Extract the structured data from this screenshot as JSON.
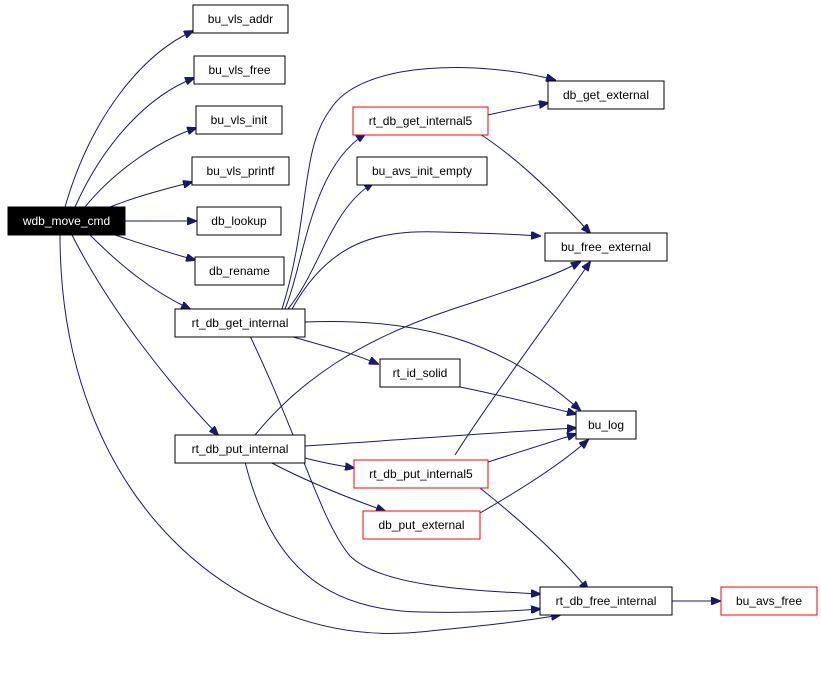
{
  "graph": {
    "nodes": {
      "wdb_move_cmd": "wdb_move_cmd",
      "bu_vls_addr": "bu_vls_addr",
      "bu_vls_free": "bu_vls_free",
      "bu_vls_init": "bu_vls_init",
      "bu_vls_printf": "bu_vls_printf",
      "db_lookup": "db_lookup",
      "db_rename": "db_rename",
      "rt_db_get_internal": "rt_db_get_internal",
      "rt_db_put_internal": "rt_db_put_internal",
      "rt_db_get_internal5": "rt_db_get_internal5",
      "bu_avs_init_empty": "bu_avs_init_empty",
      "db_get_external": "db_get_external",
      "bu_free_external": "bu_free_external",
      "rt_id_solid": "rt_id_solid",
      "bu_log": "bu_log",
      "rt_db_put_internal5": "rt_db_put_internal5",
      "db_put_external": "db_put_external",
      "rt_db_free_internal": "rt_db_free_internal",
      "bu_avs_free": "bu_avs_free"
    }
  }
}
